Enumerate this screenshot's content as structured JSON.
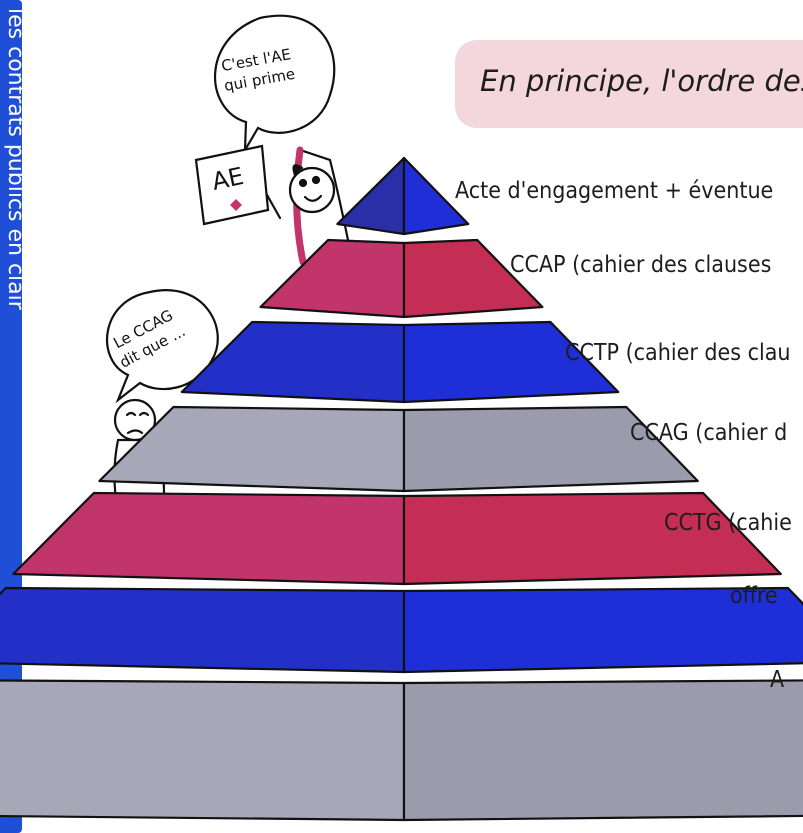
{
  "sidebar_title": "les contrats publics en clair",
  "banner": "En principe, l'ordre des",
  "bubble_top": {
    "line1": "C'est l'AE",
    "line2": "qui prime"
  },
  "bubble_left": {
    "line1": "Le CCAG",
    "line2": "dit que ..."
  },
  "sign_text": "AE",
  "levels": [
    {
      "label": "Acte d'engagement + éventue",
      "left_color": "#2a2fa8",
      "right_color": "#1f2ed6"
    },
    {
      "label": "CCAP (cahier des clauses",
      "left_color": "#c2356a",
      "right_color": "#c42e55"
    },
    {
      "label": "CCTP (cahier des clau",
      "left_color": "#2230c8",
      "right_color": "#1f2fd8"
    },
    {
      "label": "CCAG (cahier d",
      "left_color": "#a6a8b7",
      "right_color": "#9a9cac"
    },
    {
      "label": "CCTG (cahie",
      "left_color": "#c2356a",
      "right_color": "#c42e55"
    },
    {
      "label": "offre",
      "left_color": "#2230c8",
      "right_color": "#1f2fd8"
    },
    {
      "label": "A",
      "left_color": "#a6a8b7",
      "right_color": "#9a9cac"
    }
  ]
}
